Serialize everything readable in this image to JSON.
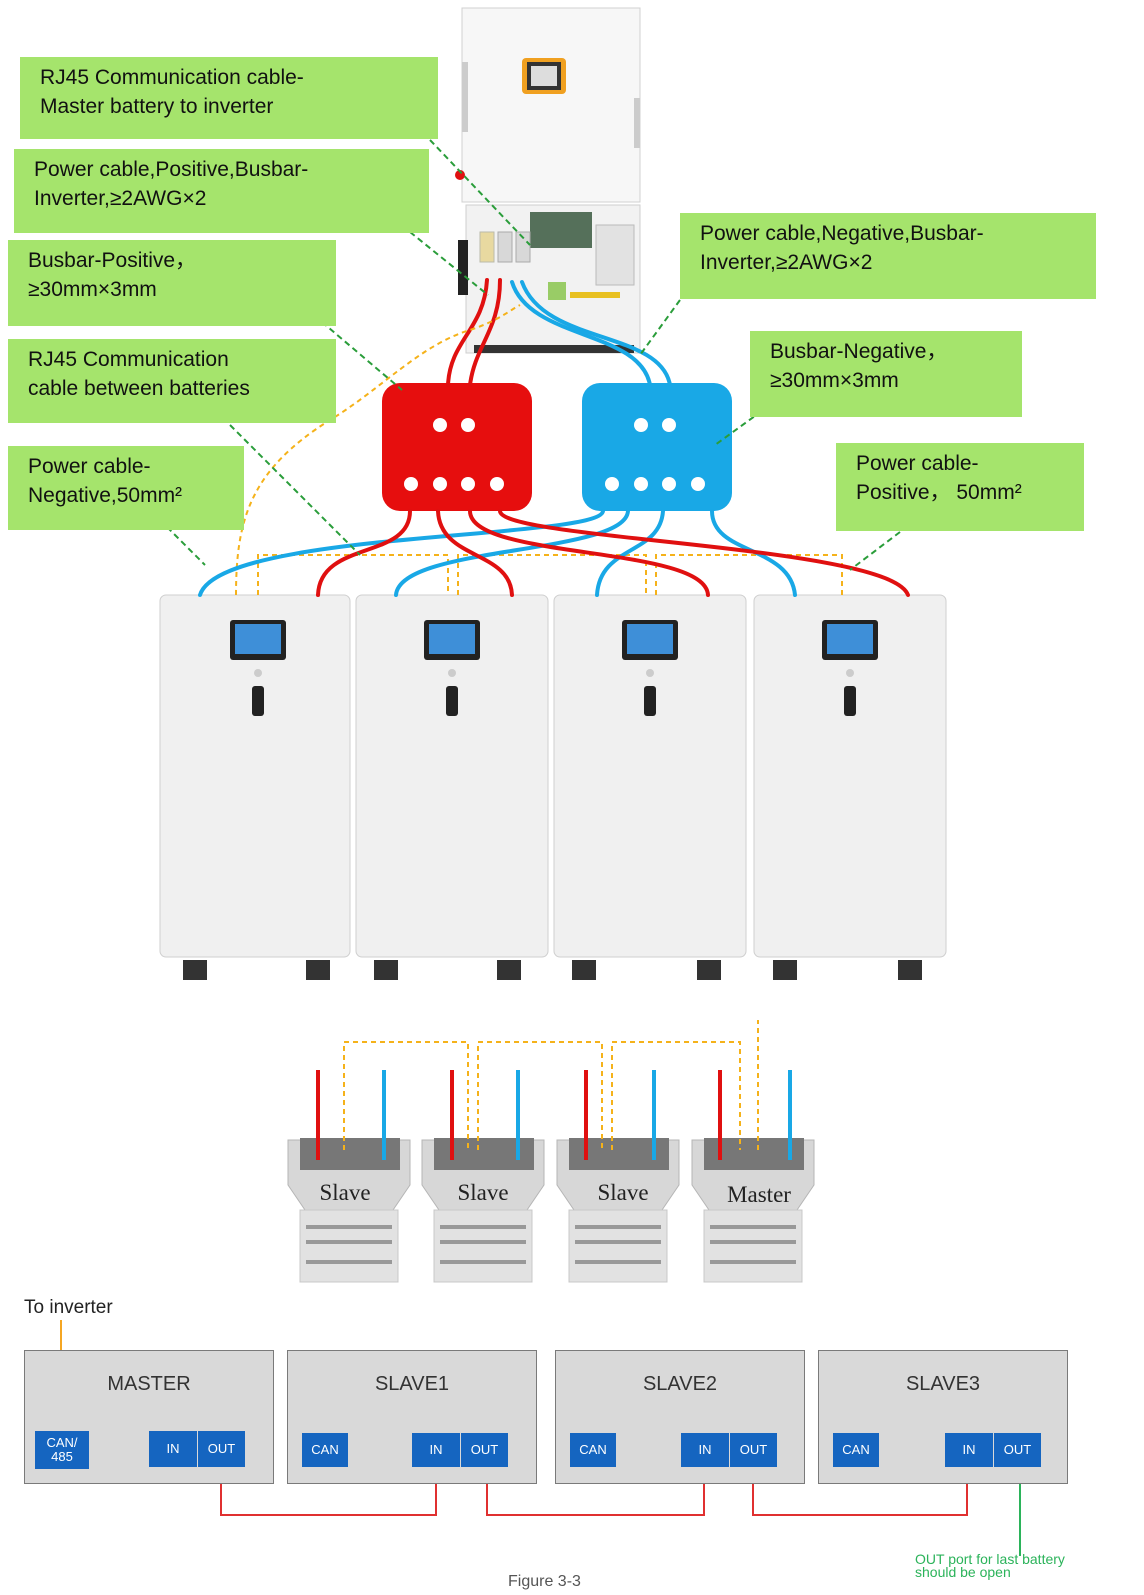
{
  "callouts": {
    "rj45_master": "RJ45 Communication cable-\nMaster battery to inverter",
    "power_pos_busbar": "Power cable,Positive,Busbar-\nInverter,≥2AWG×2",
    "power_neg_busbar": "Power cable,Negative,Busbar-\nInverter,≥2AWG×2",
    "busbar_positive": "Busbar-Positive，\n≥30mm×3mm",
    "busbar_negative": "Busbar-Negative，\n≥30mm×3mm",
    "rj45_between": "RJ45 Communication\ncable between batteries",
    "power_negative_50": "Power cable-\nNegative,50mm²",
    "power_positive_50": "Power cable-\nPositive， 50mm²"
  },
  "top_view_labels": [
    "Slave",
    "Slave",
    "Slave",
    "Master"
  ],
  "comm_diagram": {
    "to_inverter": "To inverter",
    "units": [
      {
        "name": "MASTER",
        "can": "CAN/\n485",
        "in": "IN",
        "out": "OUT"
      },
      {
        "name": "SLAVE1",
        "can": "CAN",
        "in": "IN",
        "out": "OUT"
      },
      {
        "name": "SLAVE2",
        "can": "CAN",
        "in": "IN",
        "out": "OUT"
      },
      {
        "name": "SLAVE3",
        "can": "CAN",
        "in": "IN",
        "out": "OUT"
      }
    ],
    "note": "OUT port for last battery\nshould be open",
    "figure_caption": "Figure 3-3"
  },
  "colors": {
    "callout_green": "#a5e46c",
    "positive_red": "#e01010",
    "negative_blue": "#19a8e6",
    "comm_orange": "#f5b21a",
    "port_blue": "#1565c0",
    "link_red": "#e03030",
    "note_green": "#2bb35a"
  }
}
